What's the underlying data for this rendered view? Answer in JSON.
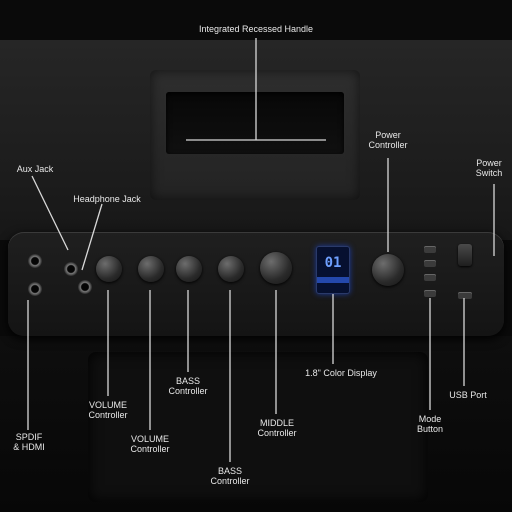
{
  "labels": {
    "integrated_handle": "Integrated Recessed Handle",
    "aux_jack": "Aux Jack",
    "headphone_jack": "Headphone Jack",
    "power_controller": [
      "Power",
      "Controller"
    ],
    "power_switch": [
      "Power",
      "Switch"
    ],
    "spdif": [
      "SPDIF",
      "& HDMI"
    ],
    "volume_controller_1": [
      "VOLUME",
      "Controller"
    ],
    "volume_controller_2": [
      "VOLUME",
      "Controller"
    ],
    "bass_controller_1": [
      "BASS",
      "Controller"
    ],
    "bass_controller_2": [
      "BASS",
      "Controller"
    ],
    "middle_controller": [
      "MIDDLE",
      "Controller"
    ],
    "color_display": "1.8\" Color Display",
    "mode_button": [
      "Mode",
      "Button"
    ],
    "usb_port": "USB Port"
  },
  "display": {
    "value": "01"
  },
  "colors": {
    "display_glow": "#2f5bd4",
    "label_text": "#e8e8e8",
    "leader_line": "#d8d8d8"
  }
}
